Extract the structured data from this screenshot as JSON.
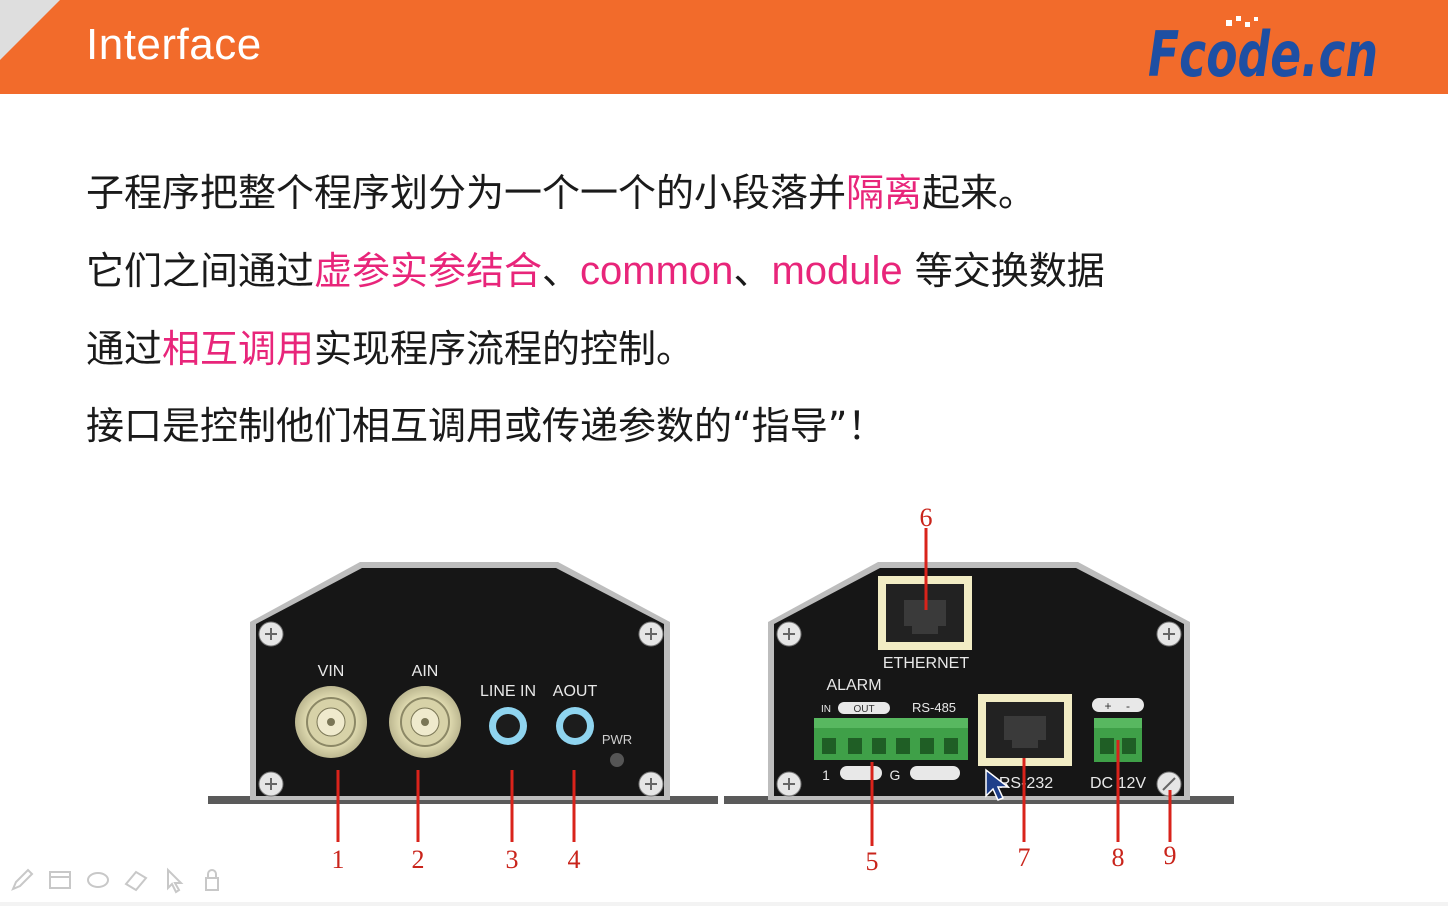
{
  "header": {
    "title": "Interface",
    "logo_text": "Fcode.cn",
    "bg_color": "#F26B2B"
  },
  "content": {
    "line1": {
      "a": "子程序把整个程序划分为一个一个的小段落并",
      "b": "隔离",
      "c": "起来。"
    },
    "line2": {
      "a": "它们之间通过",
      "b": "虚参实参结合",
      "c": "、",
      "d": "common",
      "e": "、",
      "f": "module",
      "g": " 等交换数据"
    },
    "line3": {
      "a": "通过",
      "b": "相互调用",
      "c": "实现程序流程的控制。"
    },
    "line4": {
      "a": "接口是控制他们相互调用或传递参数的“指导”！"
    },
    "highlight_color": "#E8257A"
  },
  "device_front": {
    "labels": {
      "vin": "VIN",
      "ain": "AIN",
      "line_in": "LINE IN",
      "aout": "AOUT",
      "pwr": "PWR"
    },
    "callouts": [
      "1",
      "2",
      "3",
      "4"
    ]
  },
  "device_back": {
    "labels": {
      "ethernet": "ETHERNET",
      "alarm": "ALARM",
      "in": "IN",
      "out": "OUT",
      "rs485": "RS-485",
      "one": "1",
      "g": "G",
      "rs232": "RS-232",
      "dc12v": "DC 12V",
      "plus": "+",
      "minus": "-"
    },
    "callouts": [
      "5",
      "6",
      "7",
      "8",
      "9"
    ]
  },
  "toolbar": {
    "icons": [
      "pen-icon",
      "screen-icon",
      "eraser-oval-icon",
      "eraser-icon",
      "pointer-icon",
      "lock-icon"
    ]
  }
}
